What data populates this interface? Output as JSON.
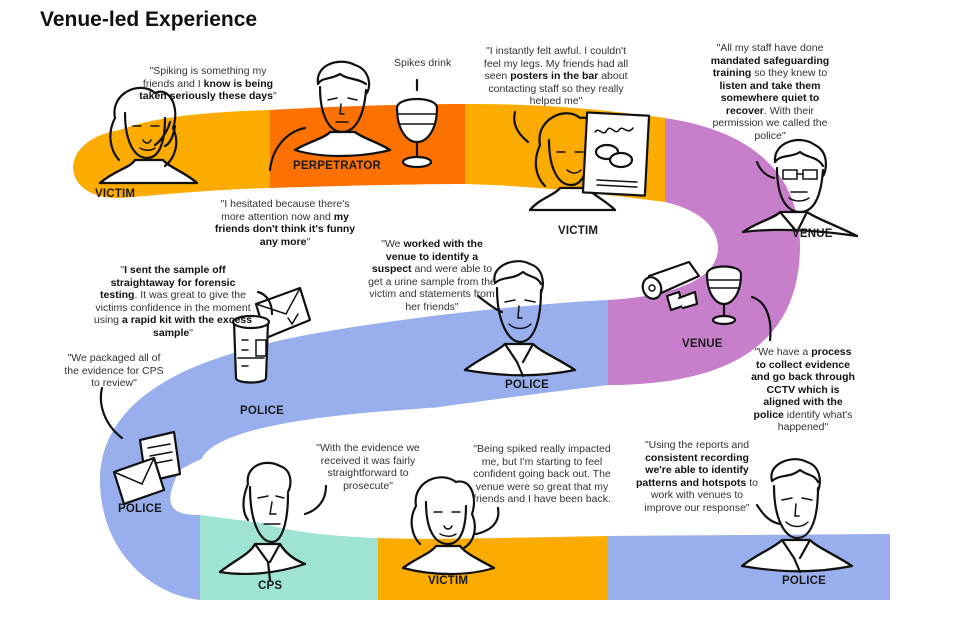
{
  "title": "Venue-led Experience",
  "colors": {
    "victim": "#fcab00",
    "perpetrator": "#fd7100",
    "venue": "#c87fcb",
    "police": "#98aeed",
    "cps": "#9fe3d3"
  },
  "steps": [
    {
      "role": "VICTIM",
      "icon": "woman-portrait-icon",
      "quote_parts": [
        [
          "\"Spiking is something my friends and I ",
          false
        ],
        [
          "know is being taken seriously these days",
          true
        ],
        [
          "\"",
          false
        ]
      ]
    },
    {
      "role": "PERPETRATOR",
      "icon": "man-portrait-icon",
      "quote_parts": [
        [
          "\"I hesitated because there's more attention now and ",
          false
        ],
        [
          "my friends don't think it's funny any more",
          true
        ],
        [
          "\"",
          false
        ]
      ]
    },
    {
      "role": "",
      "icon": "spiked-drink-icon",
      "caption": "Spikes drink"
    },
    {
      "role": "VICTIM",
      "icon": "woman-with-poster-icon",
      "quote_parts": [
        [
          "\"I instantly felt awful. I couldn't feel my legs. My friends had all seen ",
          false
        ],
        [
          "posters in the bar",
          true
        ],
        [
          " about contacting staff so they really helped me\"",
          false
        ]
      ]
    },
    {
      "role": "VENUE",
      "icon": "venue-manager-glasses-icon",
      "quote_parts": [
        [
          "\"All my staff have done ",
          false
        ],
        [
          "mandated safeguarding training",
          true
        ],
        [
          " so they knew to ",
          false
        ],
        [
          "listen and take them somewhere quiet to recover",
          true
        ],
        [
          ". With their permission we called the police\"",
          false
        ]
      ]
    },
    {
      "role": "VENUE",
      "icon": "cctv-camera-and-glass-icon",
      "quote_parts": [
        [
          "\"We have a ",
          false
        ],
        [
          "process to collect evidence and go back through CCTV which is aligned with the police",
          true
        ],
        [
          " identify what's happened\"",
          false
        ]
      ]
    },
    {
      "role": "POLICE",
      "icon": "police-officer-portrait-icon",
      "quote_parts": [
        [
          "\"We ",
          false
        ],
        [
          "worked with the venue to identify a suspect",
          true
        ],
        [
          " and were able to get a urine sample from the victim and statements from her friends\"",
          false
        ]
      ]
    },
    {
      "role": "POLICE",
      "icon": "sample-jar-and-envelope-icon",
      "quote_parts": [
        [
          "\"",
          false
        ],
        [
          "I sent the sample off straightaway for forensic testing",
          true
        ],
        [
          ". It was great to give the victims confidence in the moment using ",
          false
        ],
        [
          "a rapid kit with the excess sample",
          true
        ],
        [
          "\"",
          false
        ]
      ]
    },
    {
      "role": "POLICE",
      "icon": "evidence-documents-envelope-icon",
      "quote_parts": [
        [
          "\"We packaged all of the evidence for CPS to review\"",
          false
        ]
      ]
    },
    {
      "role": "CPS",
      "icon": "prosecutor-portrait-icon",
      "quote_parts": [
        [
          "\"With the evidence we received it was fairly straightforward to prosecute\"",
          false
        ]
      ]
    },
    {
      "role": "VICTIM",
      "icon": "woman-portrait-icon",
      "quote_parts": [
        [
          "\"Being spiked really impacted me, but I'm starting to feel confident going back out. The venue were so great that my friends and I have been back.",
          false
        ]
      ]
    },
    {
      "role": "POLICE",
      "icon": "police-officer-portrait-icon",
      "quote_parts": [
        [
          "\"Using the reports and ",
          false
        ],
        [
          "consistent recording we're able to identify patterns and hotspots",
          true
        ],
        [
          " to work with venues to improve our response\"",
          false
        ]
      ]
    }
  ]
}
